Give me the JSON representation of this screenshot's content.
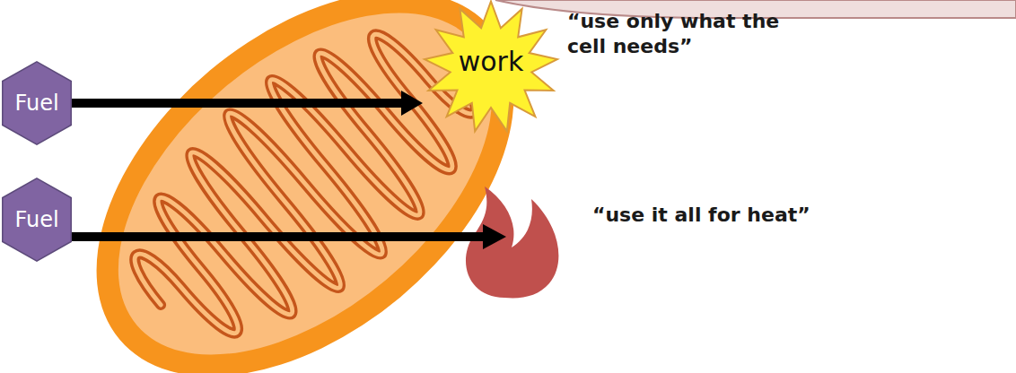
{
  "diagram": {
    "nodes": [
      {
        "text": [
          "Fuel"
        ]
      },
      {
        "text": [
          "work"
        ]
      },
      {
        "text": [
          "Fuel"
        ]
      }
    ],
    "edges": [
      {
        "from": 0,
        "to": 1,
        "arrow": "to"
      }
    ],
    "labels": [
      "“use only what the cell needs”",
      "“use it all for heat”"
    ]
  }
}
